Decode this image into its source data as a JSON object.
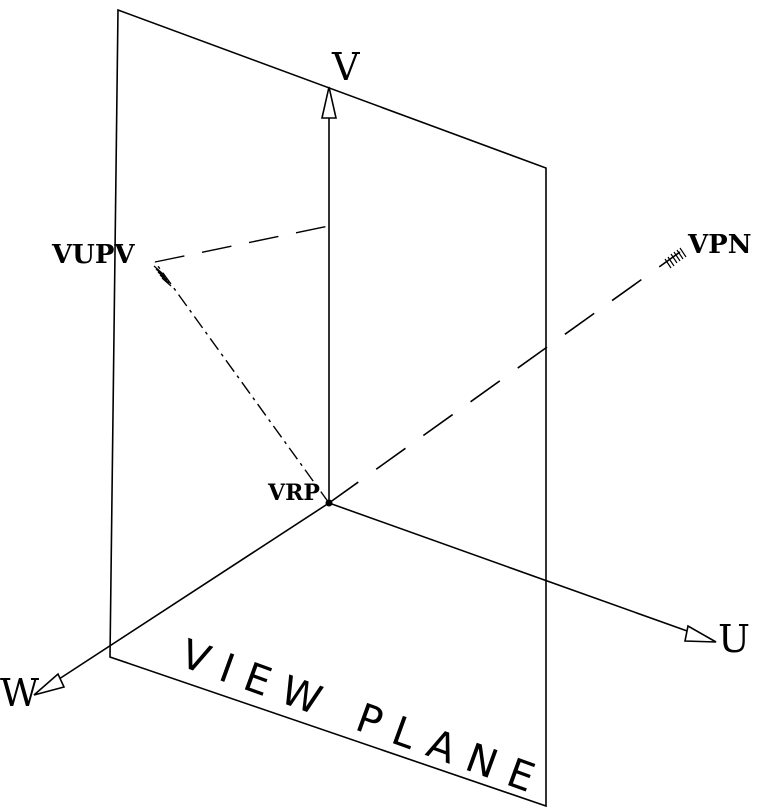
{
  "diagram": {
    "labels": {
      "v": "V",
      "u": "U",
      "w": "W",
      "vpn": "VPN",
      "vupv": "VUPV",
      "vrp": "VRP",
      "view_plane": "VIEW PLANE"
    },
    "colors": {
      "ink": "#000000",
      "background": "#ffffff"
    }
  }
}
